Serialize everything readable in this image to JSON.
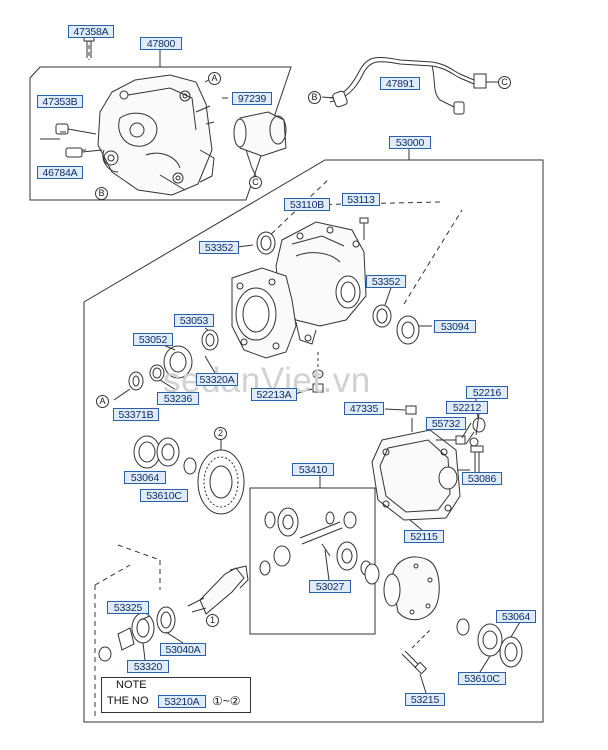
{
  "watermark": "sedanViet.vn",
  "labels": {
    "l47358A": "47358A",
    "l47800": "47800",
    "l47353B": "47353B",
    "l46784A": "46784A",
    "l97239": "97239",
    "l47891": "47891",
    "l53000": "53000",
    "l53110B": "53110B",
    "l53113": "53113",
    "l53352a": "53352",
    "l53352b": "53352",
    "l53094": "53094",
    "l53053": "53053",
    "l53052": "53052",
    "l53320A": "53320A",
    "l53236": "53236",
    "l52213A": "52213A",
    "l53371B": "53371B",
    "l47335": "47335",
    "l52216": "52216",
    "l52212": "52212",
    "l55732": "55732",
    "l53064a": "53064",
    "l53610Ca": "53610C",
    "l53086": "53086",
    "l53410": "53410",
    "l52115": "52115",
    "l53027": "53027",
    "l53325": "53325",
    "l53040A": "53040A",
    "l53320": "53320",
    "l53064b": "53064",
    "l53610Cb": "53610C",
    "l53215": "53215"
  },
  "refs": {
    "A": "A",
    "B": "B",
    "C": "C",
    "one": "1",
    "two": "2"
  },
  "note": {
    "title": "NOTE",
    "prefix": "THE NO",
    "code": "53210A",
    "range": "①~②"
  }
}
